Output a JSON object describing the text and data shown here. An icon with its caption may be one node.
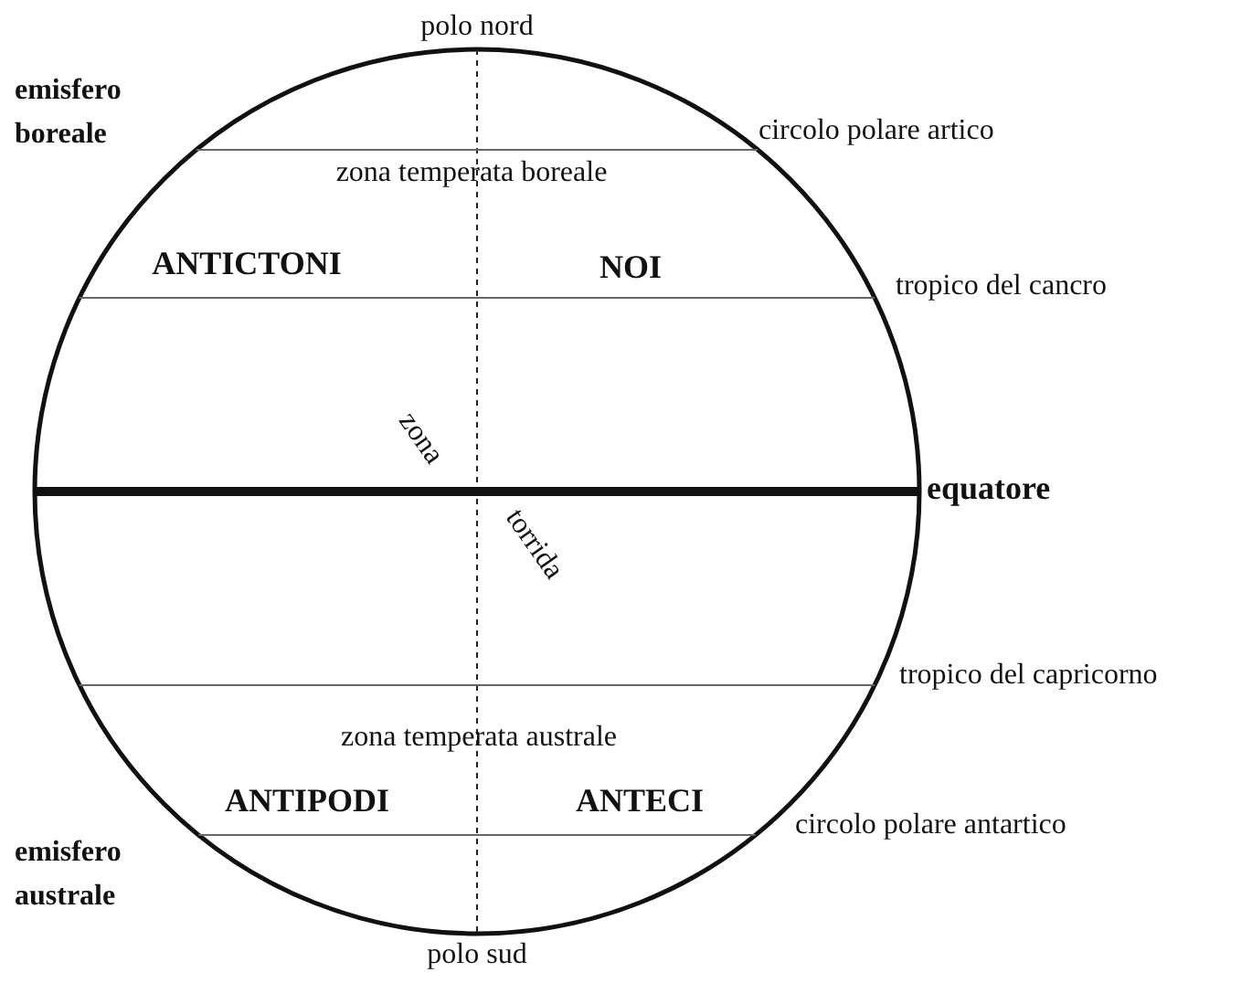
{
  "diagram": {
    "labels": [
      "polo nord",
      "emisfero boreale",
      "circolo polare artico",
      "zona temperata boreale",
      "ANTICTONI",
      "NOI",
      "tropico del cancro",
      "zona",
      "equatore",
      "torrida",
      "tropico del capricorno",
      "zona temperata australe",
      "ANTIPODI",
      "ANTECI",
      "circolo polare antartico",
      "emisfero australe",
      "polo sud"
    ]
  }
}
